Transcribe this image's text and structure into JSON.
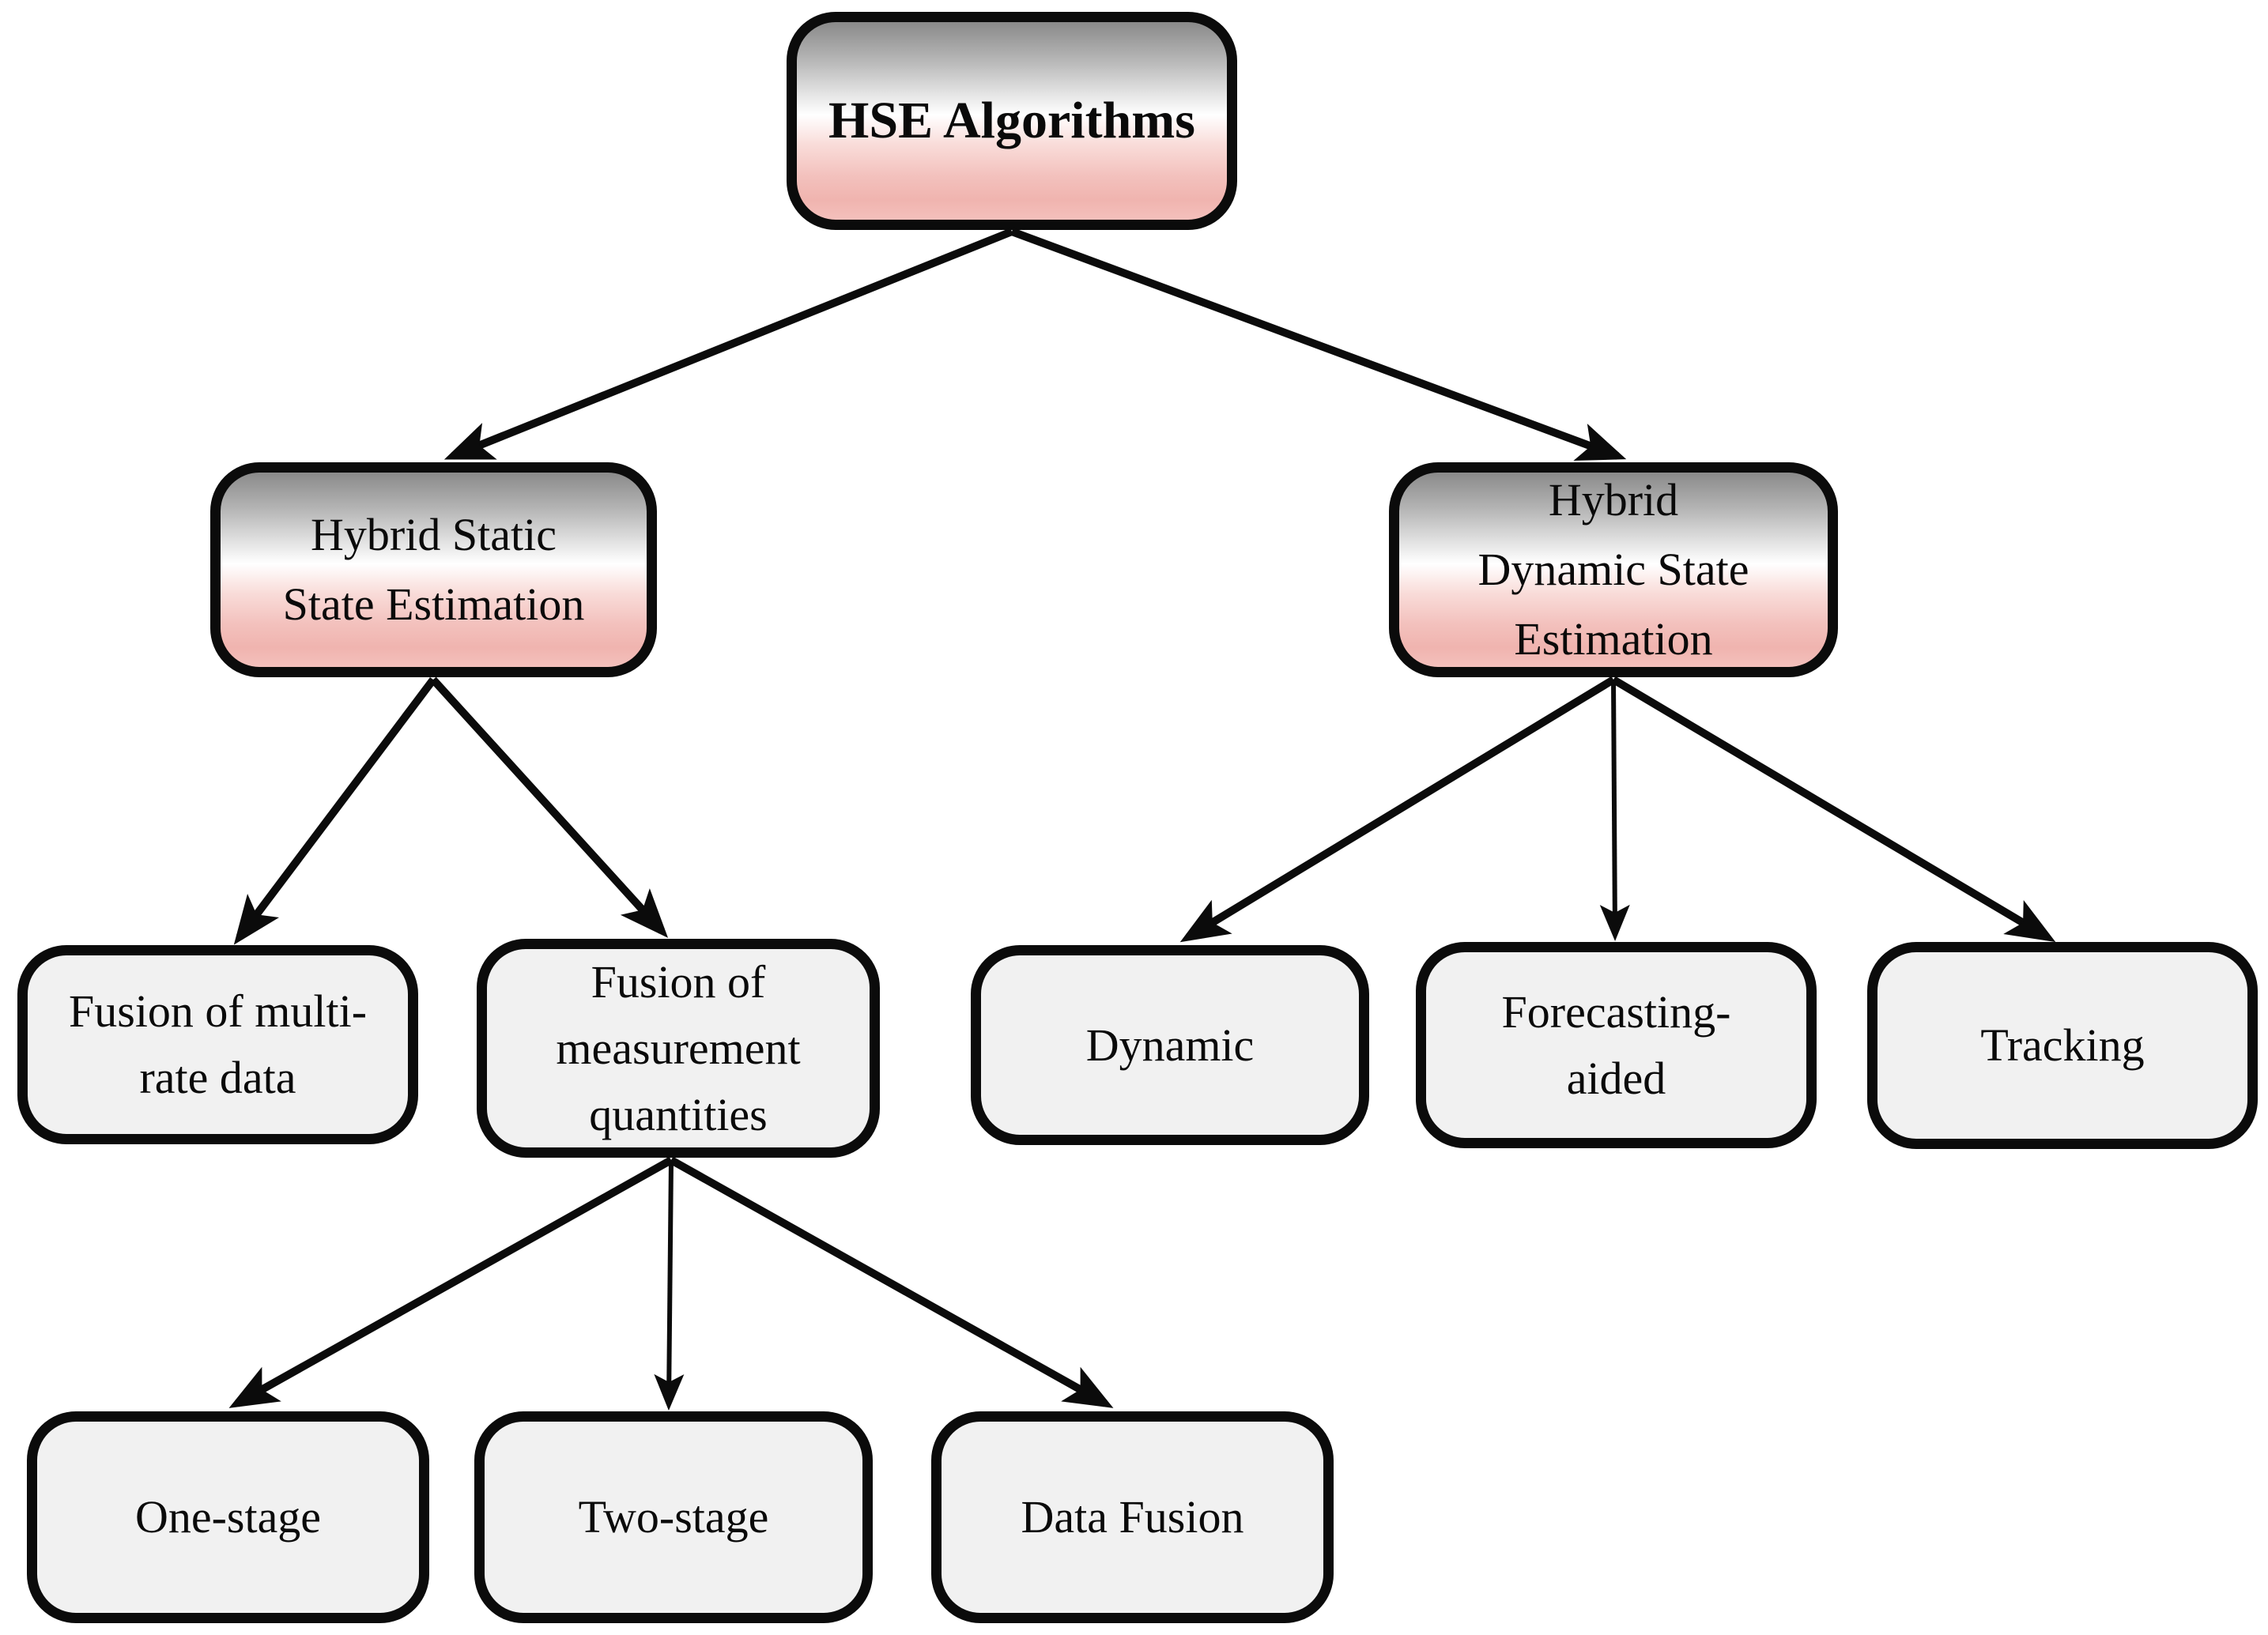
{
  "diagram_title": "HSE Algorithms",
  "colors": {
    "background": "#ffffff",
    "border": "#0b0b0b",
    "arrow": "#0b0b0b",
    "text": "#0a0a0a",
    "leaf_fill": "#f1f1f1",
    "gradient_top": "#8a8a8a",
    "gradient_mid": "#ffffff",
    "gradient_bottom": "#f0b4af"
  },
  "nodes": {
    "root": {
      "label": "HSE Algorithms",
      "lines": [
        "HSE Algorithms"
      ]
    },
    "hybrid_static": {
      "label": "Hybrid Static State Estimation",
      "lines": [
        "Hybrid Static",
        "State Estimation"
      ]
    },
    "hybrid_dynamic": {
      "label": "Hybrid Dynamic State Estimation",
      "lines": [
        "Hybrid",
        "Dynamic State",
        "Estimation"
      ]
    },
    "fusion_multi_rate": {
      "label": "Fusion of multi-rate data",
      "lines": [
        "Fusion of multi-",
        "rate data"
      ]
    },
    "fusion_measurement": {
      "label": "Fusion of measurement quantities",
      "lines": [
        "Fusion of",
        "measurement",
        "quantities"
      ]
    },
    "dynamic": {
      "label": "Dynamic",
      "lines": [
        "Dynamic"
      ]
    },
    "forecasting_aided": {
      "label": "Forecasting-aided",
      "lines": [
        "Forecasting-",
        "aided"
      ]
    },
    "tracking": {
      "label": "Tracking",
      "lines": [
        "Tracking"
      ]
    },
    "one_stage": {
      "label": "One-stage",
      "lines": [
        "One-stage"
      ]
    },
    "two_stage": {
      "label": "Two-stage",
      "lines": [
        "Two-stage"
      ]
    },
    "data_fusion": {
      "label": "Data Fusion",
      "lines": [
        "Data Fusion"
      ]
    }
  },
  "edges": [
    {
      "from": "root",
      "to": "hybrid_static"
    },
    {
      "from": "root",
      "to": "hybrid_dynamic"
    },
    {
      "from": "hybrid_static",
      "to": "fusion_multi_rate"
    },
    {
      "from": "hybrid_static",
      "to": "fusion_measurement"
    },
    {
      "from": "hybrid_dynamic",
      "to": "dynamic"
    },
    {
      "from": "hybrid_dynamic",
      "to": "forecasting_aided"
    },
    {
      "from": "hybrid_dynamic",
      "to": "tracking"
    },
    {
      "from": "fusion_measurement",
      "to": "one_stage"
    },
    {
      "from": "fusion_measurement",
      "to": "two_stage"
    },
    {
      "from": "fusion_measurement",
      "to": "data_fusion"
    }
  ]
}
